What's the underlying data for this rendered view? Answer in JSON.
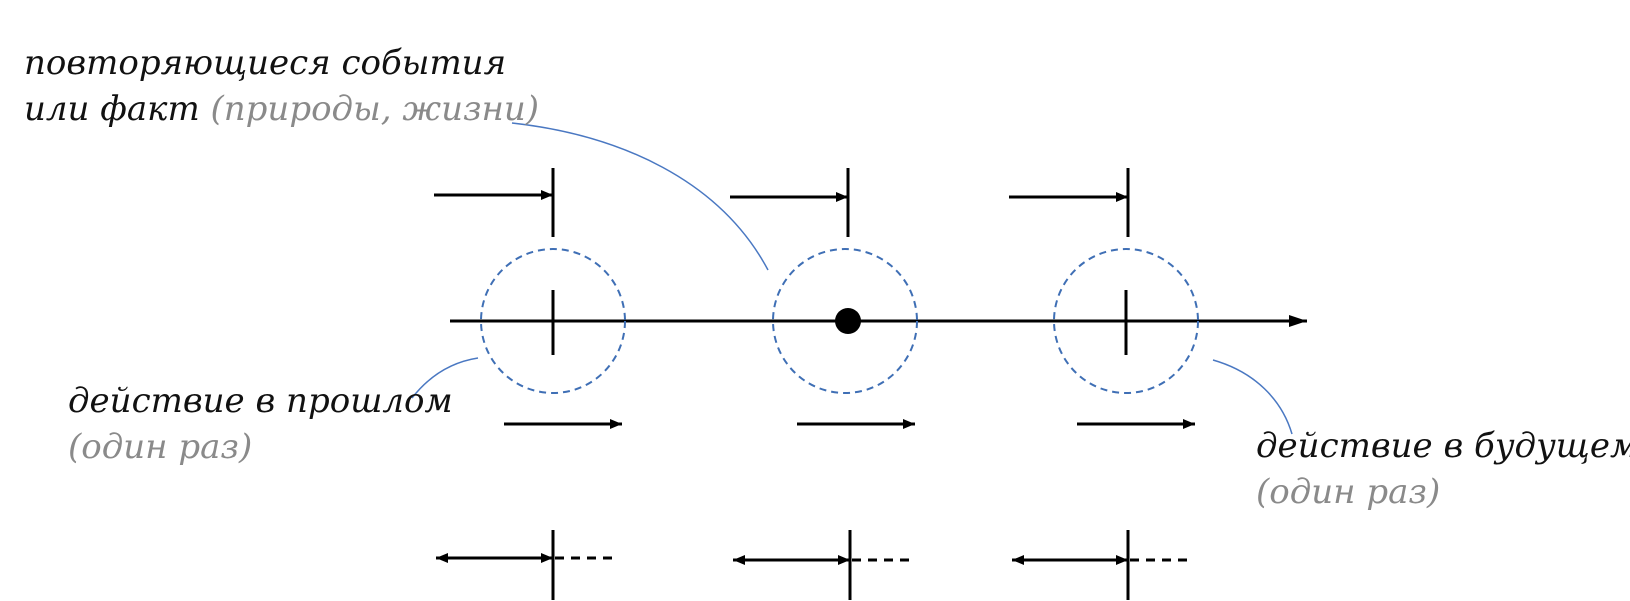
{
  "labels": {
    "repeat": {
      "line1": "повторяющиеся события",
      "line2_main": "или факт",
      "line2_note": "(природы, жизни)"
    },
    "past": {
      "line1": "действие в прошлом",
      "line2_note": "(один раз)"
    },
    "future": {
      "line1": "действие в будущем",
      "line2_note": "(один раз)"
    }
  },
  "colors": {
    "ink": "#000000",
    "circle": "#3f6fb5",
    "leader": "#4a78c2",
    "note": "#8a8a8a"
  }
}
